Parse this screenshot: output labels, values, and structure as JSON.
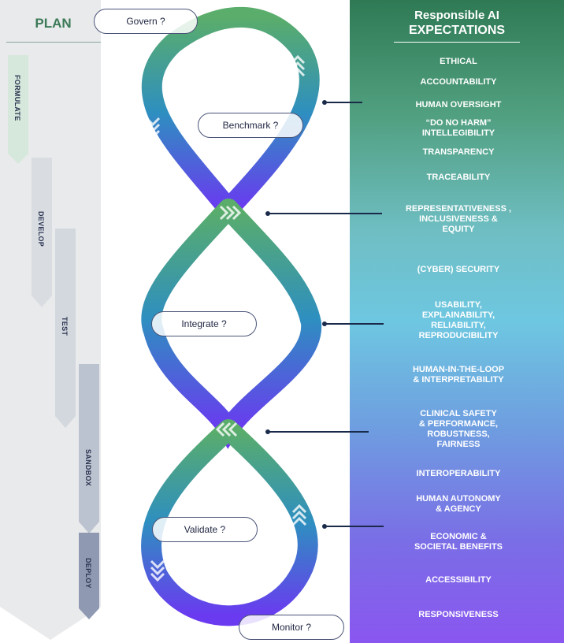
{
  "plan": {
    "title": "PLAN",
    "phases": [
      "FORMULATE",
      "DEVELOP",
      "TEST",
      "SANDBOX",
      "DEPLOY"
    ]
  },
  "loop_labels": {
    "govern": "Govern ?",
    "benchmark": "Benchmark ?",
    "integrate": "Integrate ?",
    "validate": "Validate ?",
    "monitor": "Monitor ?"
  },
  "expectations": {
    "title_line1": "Responsible AI",
    "title_line2": "EXPECTATIONS",
    "items": [
      "ETHICAL",
      "ACCOUNTABILITY",
      "HUMAN OVERSIGHT",
      "“DO NO HARM”\nINTELLEGIBILITY",
      "TRANSPARENCY",
      "TRACEABILITY",
      "REPRESENTATIVENESS ,\nINCLUSIVENESS &\nEQUITY",
      "(CYBER) SECURITY",
      "USABILITY,\nEXPLAINABILITY,\nRELIABILITY,\nREPRODUCIBILITY",
      "HUMAN-IN-THE-LOOP\n& INTERPRETABILITY",
      "CLINICAL SAFETY\n& PERFORMANCE,\nROBUSTNESS,\nFAIRNESS",
      "INTEROPERABILITY",
      "HUMAN AUTONOMY\n& AGENCY",
      "ECONOMIC &\nSOCIETAL BENEFITS",
      "ACCESSIBILITY",
      "RESPONSIVENESS"
    ]
  },
  "colors": {
    "loop_top": "#5aad6a",
    "loop_mid": "#2e8fc0",
    "loop_bottom": "#6a3af0",
    "connector": "#1a2a4a"
  }
}
